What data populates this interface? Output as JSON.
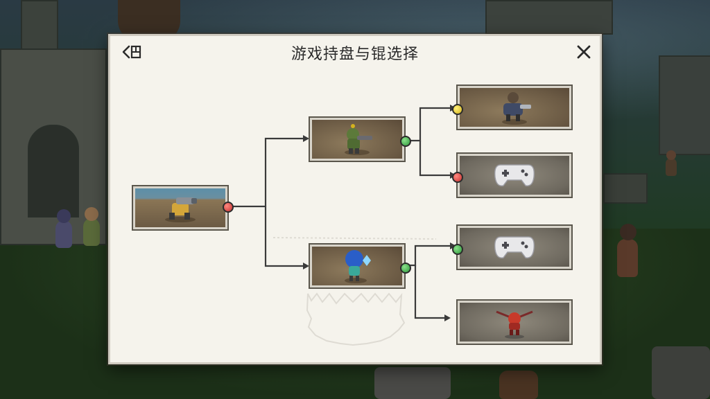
{
  "dialog": {
    "title": "游戏持盘与锟选择",
    "back_icon": "back-icon",
    "close_icon": "close-icon"
  },
  "colors": {
    "panel_bg": "#f5f3ec",
    "wire": "#3a3a3a",
    "dot_green": "#3fae4a",
    "dot_red": "#d63a3a",
    "dot_yellow": "#e3c52a"
  },
  "tree": {
    "root": {
      "thumbnail": "cannon-warrior",
      "status": "red"
    },
    "level1": [
      {
        "thumbnail": "goblin-gunner",
        "status": "green"
      },
      {
        "thumbnail": "blue-hair-mage",
        "status": "green"
      }
    ],
    "level2": [
      {
        "thumbnail": "armored-knight",
        "status": "yellow"
      },
      {
        "thumbnail": "gamepad-controller",
        "status": "red"
      },
      {
        "thumbnail": "gamepad-controller",
        "status": "green"
      },
      {
        "thumbnail": "red-drone",
        "status": "none"
      }
    ]
  }
}
